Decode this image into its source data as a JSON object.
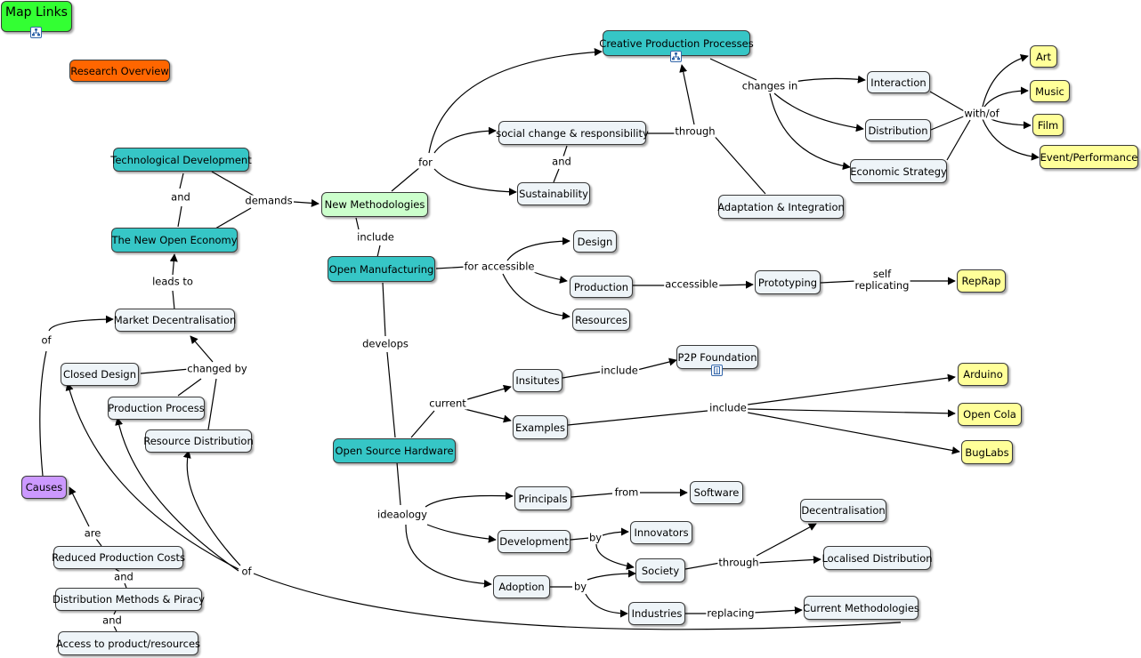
{
  "nodes": {
    "map_links": "Map Links",
    "research_overview": "Research Overview",
    "creative_production": "Creative Production Processes",
    "interaction": "Interaction",
    "distribution": "Distribution",
    "economic_strategy": "Economic Strategy",
    "art": "Art",
    "music": "Music",
    "film": "Film",
    "event_performance": "Event/Performance",
    "social_change": "social change & responsibility",
    "sustainability": "Sustainability",
    "adaptation": "Adaptation & Integration",
    "tech_development": "Technological Development",
    "new_methodologies": "New Methodologies",
    "new_open_economy": "The New Open Economy",
    "open_manufacturing": "Open Manufacturing",
    "design": "Design",
    "production": "Production",
    "resources": "Resources",
    "prototyping": "Prototyping",
    "reprap": "RepRap",
    "market_decentralisation": "Market Decentralisation",
    "closed_design": "Closed Design",
    "production_process": "Production Process",
    "resource_distribution": "Resource Distribution",
    "p2p_foundation": "P2P Foundation",
    "insitutes": "Insitutes",
    "examples": "Examples",
    "arduino": "Arduino",
    "open_cola": "Open Cola",
    "buglabs": "BugLabs",
    "open_source_hardware": "Open Source Hardware",
    "causes": "Causes",
    "principals": "Principals",
    "software": "Software",
    "development": "Development",
    "innovators": "Innovators",
    "society": "Society",
    "decentralisation": "Decentralisation",
    "localised_distribution": "Localised Distribution",
    "adoption": "Adoption",
    "industries": "Industries",
    "current_methodologies": "Current Methodologies",
    "reduced_costs": "Reduced Production Costs",
    "distribution_piracy": "Distribution Methods & Piracy",
    "access_product": "Access to product/resources"
  },
  "links": {
    "changes_in": "changes in",
    "with_of": "with/of",
    "through_top": "through",
    "for": "for",
    "and_social": "and",
    "and_tech": "and",
    "demands": "demands",
    "include_om": "include",
    "for_accessible": "for accessible",
    "accessible": "accessible",
    "self_replicating": "self\nreplicating",
    "leads_to": "leads to",
    "of_left": "of",
    "changed_by": "changed by",
    "develops": "develops",
    "include_p2p": "include",
    "current": "current",
    "include_examples": "include",
    "ideaology": "ideaology",
    "from": "from",
    "by_dev": "by",
    "by_adopt": "by",
    "through_soc": "through",
    "replacing": "replacing",
    "are": "are",
    "of_bottom": "of",
    "and_costs": "and",
    "and_piracy": "and"
  }
}
